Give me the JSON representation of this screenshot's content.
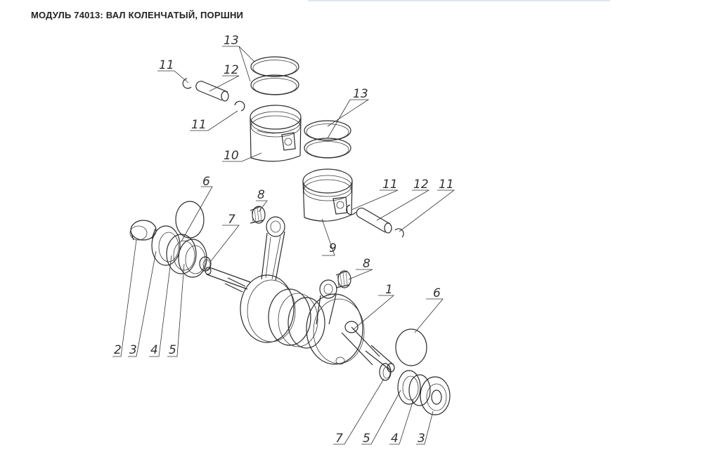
{
  "title": "МОДУЛЬ 74013: ВАЛ КОЛЕНЧАТЫЙ, ПОРШНИ",
  "callouts": {
    "c13a": "13",
    "c11a": "11",
    "c12a": "12",
    "c11b": "11",
    "c10": "10",
    "c13b": "13",
    "c6a": "6",
    "c8a": "8",
    "c7a": "7",
    "c11c": "11",
    "c12b": "12",
    "c11d": "11",
    "c9": "9",
    "c8b": "8",
    "c1": "1",
    "c6b": "6",
    "c2": "2",
    "c3a": "3",
    "c4a": "4",
    "c5a": "5",
    "c7b": "7",
    "c5b": "5",
    "c4b": "4",
    "c3b": "3"
  }
}
